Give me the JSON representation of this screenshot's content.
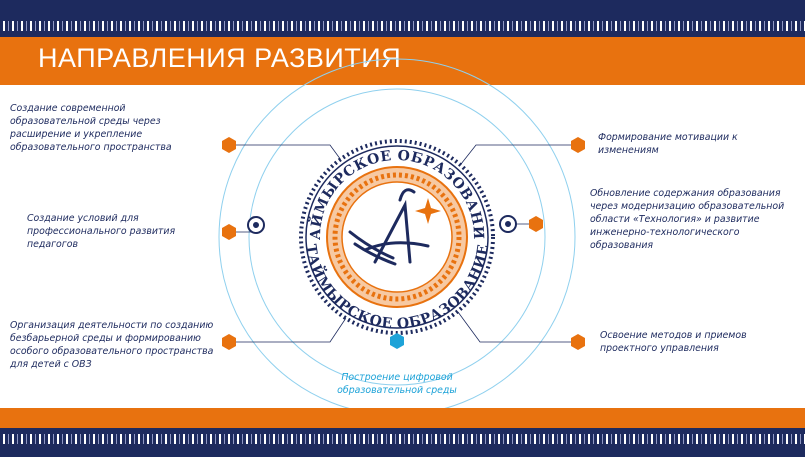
{
  "title": "НАПРАВЛЕНИЯ РАЗВИТИЯ",
  "emblem": {
    "text": "ТАЙМЫРСКОЕ ОБРАЗОВАНИЕ"
  },
  "colors": {
    "navy": "#1d2a5e",
    "orange": "#e8720f",
    "light_blue": "#1ea3d8",
    "line_blue": "#8fd0ee",
    "peach": "#f7c9a2"
  },
  "directions": [
    {
      "text": "Создание современной образовательной среды через расширение и укрепление образовательного пространства",
      "marker": "orange"
    },
    {
      "text": "Создание условий для профессионального развития педагогов",
      "marker": "orange"
    },
    {
      "text": "Организация деятельности по созданию безбарьерной среды и формированию особого образовательного пространства для детей  с ОВЗ",
      "marker": "orange"
    },
    {
      "text": "Формирование мотивации к изменениям",
      "marker": "orange"
    },
    {
      "text": "Обновление содержания образования через модернизацию образовательной  области «Технология» и развитие инженерно-технологического образования",
      "marker": "orange"
    },
    {
      "text": "Освоение методов и приемов проектного управления",
      "marker": "orange"
    },
    {
      "text": "Построение цифровой образовательной среды",
      "marker": "blue"
    }
  ]
}
